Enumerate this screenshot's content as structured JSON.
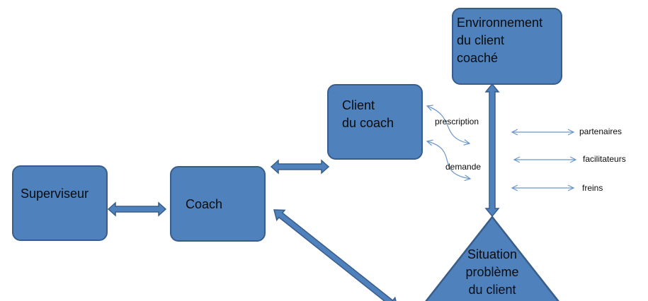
{
  "nodes": {
    "superviseur": "Superviseur",
    "coach": "Coach",
    "client": "Client\ndu coach",
    "environnement": "Environnement\ndu client\ncoaché",
    "situation": "Situation\nproblème\ndu client"
  },
  "labels": {
    "prescription": "prescription",
    "demande": "demande",
    "partenaires": "partenaires",
    "facilitateurs": "facilitateurs",
    "freins": "freins"
  },
  "colors": {
    "box_fill": "#4f81bd",
    "box_border": "#385d8a",
    "thin_arrow": "#6b96c9"
  }
}
